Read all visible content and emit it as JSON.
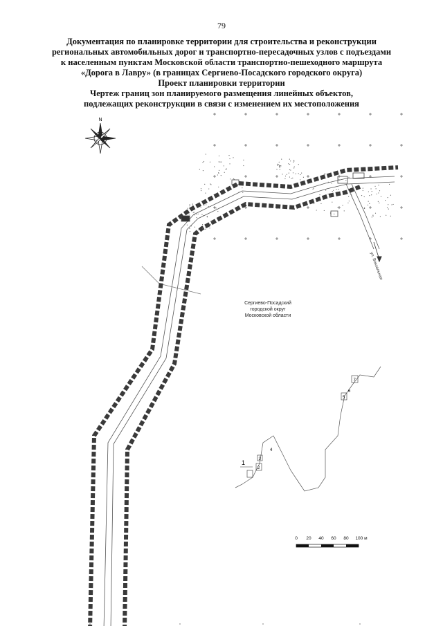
{
  "page_number": "79",
  "title": {
    "lines": [
      "Документация по планировке территории для строительства и реконструкции",
      "региональных автомобильных дорог и транспортно-пересадочных узлов с подъездами",
      "к населенным пунктам Московской области транспортно-пешеходного маршрута",
      "«Дорога в Лавру» (в границах Сергиево-Посадского городского округа)"
    ],
    "subtitle": "Проект планировки территории",
    "drawing_title": [
      "Чертеж границ зон планируемого размещения линейных объектов,",
      "подлежащих реконструкции в связи с изменением их местоположения"
    ]
  },
  "compass": {
    "north_label": "N"
  },
  "map_label": {
    "lines": [
      "Сергиево-Посадский",
      "городской округ",
      "Московской области"
    ]
  },
  "road_label": "ул. Вокзальная",
  "scale_bar": {
    "ticks": [
      "0",
      "20",
      "40",
      "60",
      "80",
      "100 м"
    ]
  },
  "zone_numbers": [
    "1",
    "2",
    "3",
    "4",
    "5",
    "6",
    "7"
  ],
  "colors": {
    "zone_boundary": "#3a3a3a",
    "road_line": "#555555",
    "text": "#111111"
  }
}
